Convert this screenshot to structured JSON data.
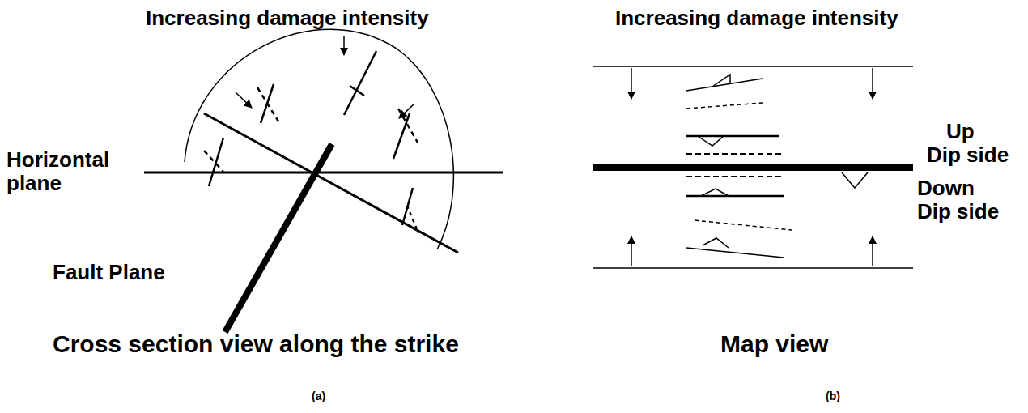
{
  "diagram": {
    "labels": [
      "Increasing damage intensity",
      "Horizontal plane",
      "Fault Plane",
      "Cross section view along the strike",
      "(a)",
      "Increasing damage intensity",
      "Up Dip side",
      "Down Dip side",
      "Map view",
      "(b)"
    ]
  }
}
